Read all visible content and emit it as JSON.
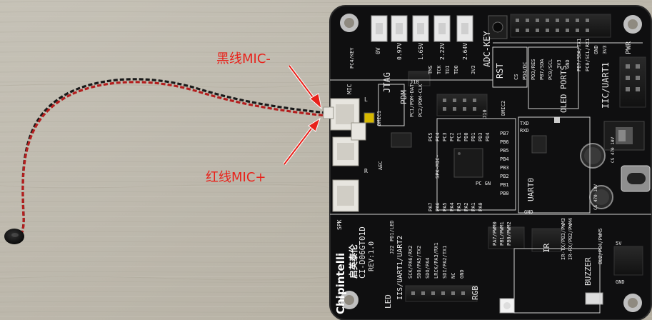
{
  "annotations": {
    "black_wire": "黑线MIC-",
    "red_wire": "红线MIC+"
  },
  "board": {
    "brand": "Chipintelli",
    "brand_cn": "启英泰伦",
    "model": "CI-D06GT01D",
    "revision": "REV:1.0",
    "labels": {
      "jtag": "JTAG",
      "adc_key": "ADC-KEY",
      "rst": "RST",
      "oled": "OLED PORTS",
      "iic_uart1": "IIC/UART1",
      "pwr": "PWR",
      "pdm": "PDM",
      "uart0": "UART0",
      "buzzer": "BUZZER",
      "rgb": "RGB",
      "ir": "IR",
      "led": "LED",
      "iis_uart": "IIS/UART1/UART2",
      "mic": "MIC",
      "spk": "SPK",
      "gnd": "GND",
      "j18": "J18",
      "j10": "J10",
      "key_0v": "0V",
      "key_097": "0.97V",
      "key_165": "1.65V",
      "key_222": "2.22V",
      "key_264": "2.64V",
      "pc4_key": "PC4/KEY",
      "oled_pins": [
        "CS",
        "PD4/DC",
        "PD3/RES",
        "PB7/SDA",
        "PC0/SCL",
        "3V3",
        "GND"
      ],
      "iic_pins": [
        "PB7/SDA/TX1",
        "PC0/SCL/RX1",
        "GND",
        "3V3"
      ],
      "jtag_pins": [
        "TMS",
        "TCK",
        "TDI",
        "TDO",
        "3V3"
      ],
      "pdm_pins": [
        "PC1/PDM-DAT",
        "PC2/PDM-CLK"
      ],
      "cap1": "CS 470 10V",
      "cap2": "CS 470 10V",
      "dmic1": "DMIC1",
      "dmic2": "DMIC2",
      "aec": "AEC",
      "l_mark": "L",
      "r_mark": "R",
      "tx_rx": [
        "TXD",
        "RXD"
      ],
      "pwm_pins": [
        "PA7/PWM0",
        "PB1/PWM1",
        "PB0/PWM2"
      ],
      "ir_pins": [
        "IR-TX/PB3/PWM3",
        "IR-RX/PB2/PWM4"
      ],
      "buz_pin": "BUZ/PB4/PWM5",
      "iis_pins": [
        "SCK/PA6/RX2",
        "SDO/PA5/TX2",
        "SDO/PA4",
        "LRCK/PA3/RX1",
        "SDI/PA2/TX1",
        "NC",
        "GND"
      ],
      "j22": "J22",
      "pd1_led": "PD1/LED",
      "pwr_5v": "5V",
      "pwr_gnd": "GND",
      "pc_gn": "PC GN",
      "pin_pc": [
        "PC5",
        "PC4",
        "PC3",
        "PC2",
        "PC1",
        "PD0",
        "PD1",
        "PD3",
        "PD4"
      ],
      "pin_pb": [
        "PB7",
        "PB6",
        "PB5",
        "PB4",
        "PB3",
        "PB2",
        "PB1",
        "PB0"
      ],
      "pin_pa": [
        "PA7",
        "PA6",
        "PA5",
        "PA4",
        "PA3",
        "PA2",
        "PA1",
        "PA0"
      ],
      "spk_mic_label": "SPK-MIC-"
    }
  },
  "colors": {
    "annotation_red": "#e8221b",
    "wood_base": "#bdb8ac",
    "pcb_black": "#0f0f10",
    "silkscreen": "#e9e9e9",
    "wire_red": "#b41e1e",
    "wire_black": "#1a1a1a"
  }
}
